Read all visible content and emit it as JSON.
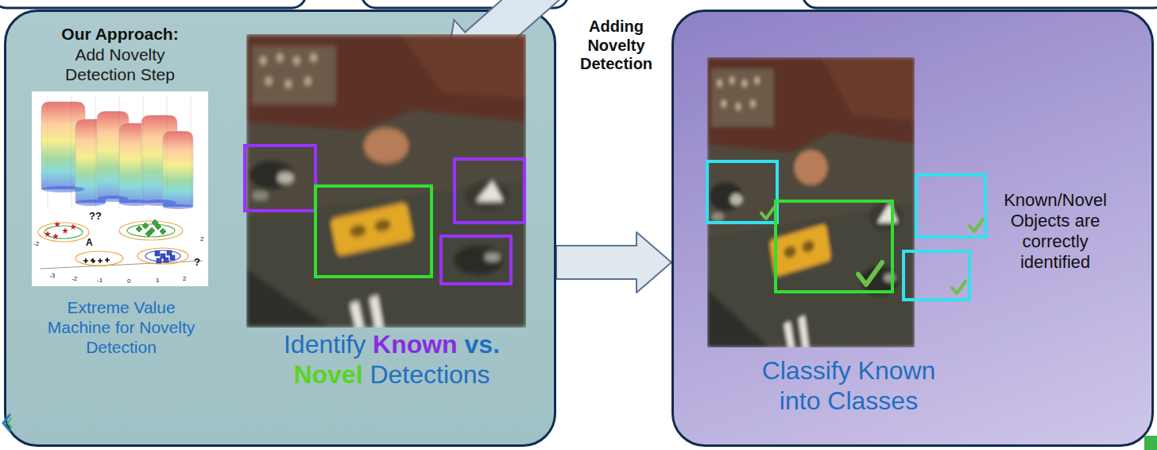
{
  "diagram": {
    "nodes": [
      {
        "text": [
          "Our Approach:",
          "Add Novelty Detection Step",
          "Extreme Value Machine for Novelty Detection",
          "Identify Known vs. Novel Detections"
        ]
      },
      {
        "text": [
          "Known/Novel Objects are correctly identified",
          "Classify Known into Classes"
        ]
      }
    ],
    "edges": [
      {
        "from": 0,
        "to": 1,
        "arrow": "to"
      }
    ],
    "labels": [
      "Adding Novelty Detection",
      "??",
      "A",
      "?",
      "-2",
      "-3",
      "-2",
      "-1",
      "0",
      "1",
      "2",
      "2"
    ]
  }
}
